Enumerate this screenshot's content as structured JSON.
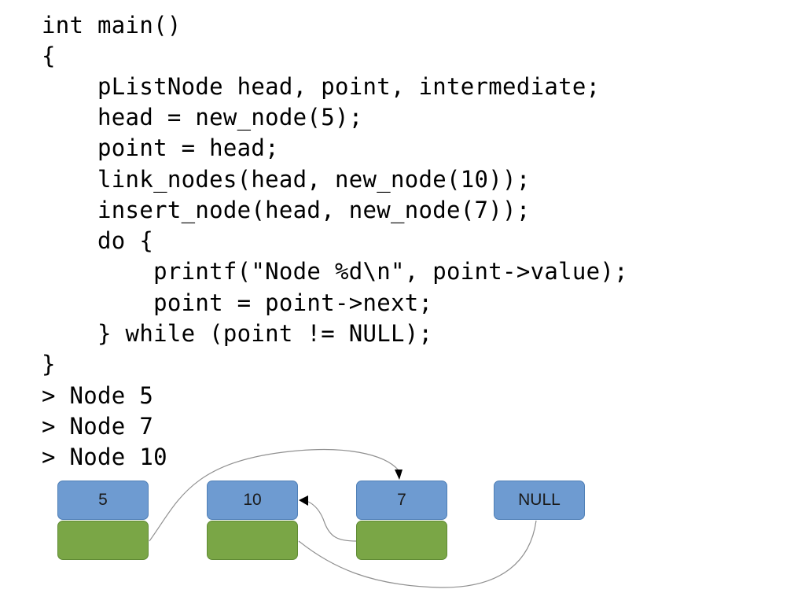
{
  "code": {
    "lines": [
      "int main()",
      "{",
      "    pListNode head, point, intermediate;",
      "    head = new_node(5);",
      "    point = head;",
      "    link_nodes(head, new_node(10));",
      "    insert_node(head, new_node(7));",
      "    do {",
      "        printf(\"Node %d\\n\", point->value);",
      "        point = point->next;",
      "    } while (point != NULL);",
      "}"
    ]
  },
  "output": {
    "lines": [
      "> Node 5",
      "> Node 7",
      "> Node 10"
    ]
  },
  "diagram": {
    "nodes": [
      {
        "value": "5"
      },
      {
        "value": "10"
      },
      {
        "value": "7"
      },
      {
        "value": "NULL"
      }
    ],
    "colors": {
      "value_fill": "#6e9bd1",
      "next_fill": "#7aa646",
      "arrow": "#909090"
    }
  }
}
